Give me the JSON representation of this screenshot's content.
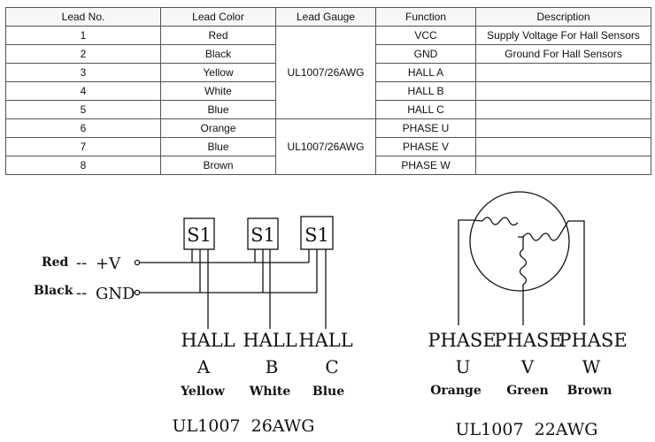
{
  "table": {
    "headers": [
      "Lead No.",
      "Lead Color",
      "Lead Gauge",
      "Function",
      "Description"
    ],
    "rows": [
      {
        "no": "1",
        "color": "Red",
        "function": "VCC",
        "description": "Supply Voltage For Hall Sensors"
      },
      {
        "no": "2",
        "color": "Black",
        "function": "GND",
        "description": "Ground For Hall Sensors"
      },
      {
        "no": "3",
        "color": "Yellow",
        "function": "HALL A",
        "description": ""
      },
      {
        "no": "4",
        "color": "White",
        "function": "HALL B",
        "description": ""
      },
      {
        "no": "5",
        "color": "Blue",
        "function": "HALL C",
        "description": ""
      },
      {
        "no": "6",
        "color": "Orange",
        "function": "PHASE U",
        "description": ""
      },
      {
        "no": "7",
        "color": "Blue",
        "function": "PHASE V",
        "description": ""
      },
      {
        "no": "8",
        "color": "Brown",
        "function": "PHASE W",
        "description": ""
      }
    ],
    "gauge_groups": [
      "UL1007/26AWG",
      "UL1007/26AWG"
    ]
  },
  "hall_diagram": {
    "power": [
      {
        "color": "Red",
        "signal": "+V"
      },
      {
        "color": "Black",
        "signal": "GND"
      }
    ],
    "sensor_label": "S1",
    "outputs": [
      {
        "hall": "HALL",
        "letter": "A",
        "color": "Yellow"
      },
      {
        "hall": "HALL",
        "letter": "B",
        "color": "White"
      },
      {
        "hall": "HALL",
        "letter": "C",
        "color": "Blue"
      }
    ],
    "gauge": "UL1007  26AWG"
  },
  "motor_diagram": {
    "phases": [
      {
        "phase": "PHASE",
        "letter": "U",
        "color": "Orange"
      },
      {
        "phase": "PHASE",
        "letter": "V",
        "color": "Green"
      },
      {
        "phase": "PHASE",
        "letter": "W",
        "color": "Brown"
      }
    ],
    "gauge": "UL1007  22AWG"
  }
}
